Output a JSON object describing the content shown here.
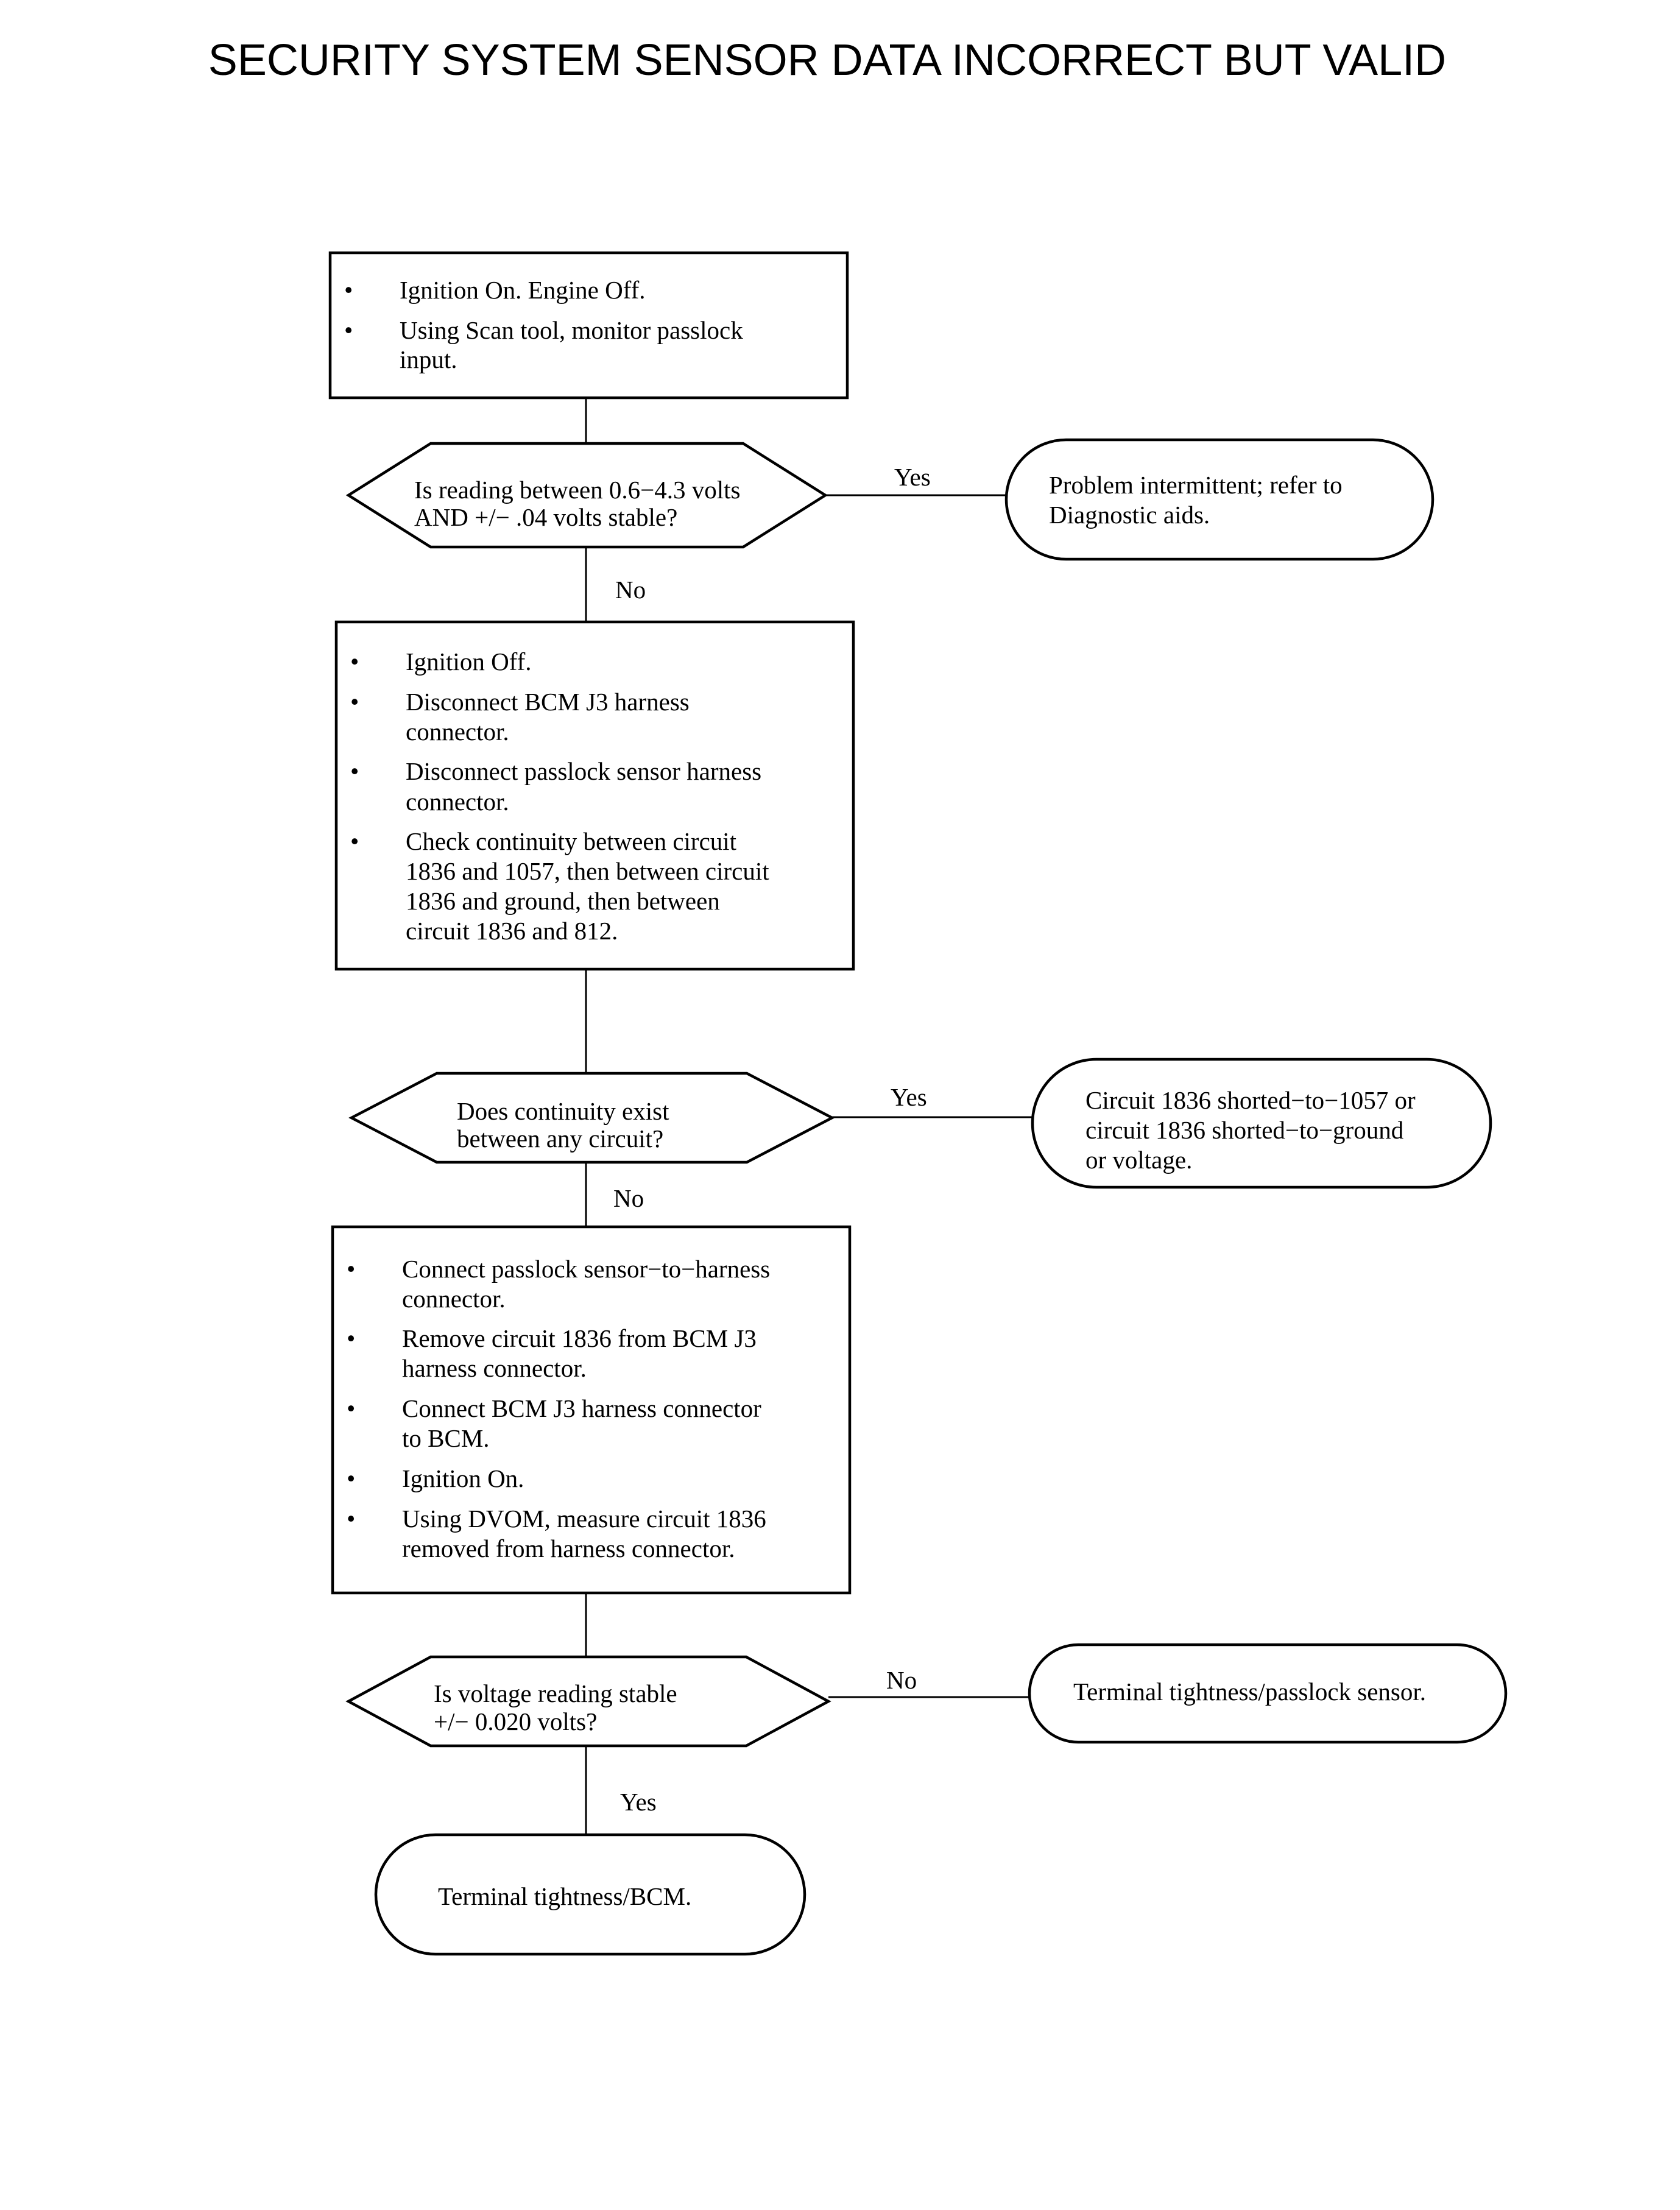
{
  "title": "SECURITY SYSTEM SENSOR DATA INCORRECT BUT VALID",
  "step1": {
    "bullet1": "Ignition On. Engine Off.",
    "bullet2_line1": "Using Scan tool, monitor passlock",
    "bullet2_line2": "input."
  },
  "decision1": {
    "line1": "Is reading between 0.6−4.3 volts",
    "line2": "AND +/− .04 volts stable?",
    "yes_label": "Yes",
    "no_label": "No"
  },
  "result1": {
    "line1": "Problem intermittent; refer to",
    "line2": "Diagnostic aids."
  },
  "step2": {
    "bullet1": "Ignition Off.",
    "bullet2_line1": "Disconnect BCM J3 harness",
    "bullet2_line2": "connector.",
    "bullet3_line1": "Disconnect passlock sensor harness",
    "bullet3_line2": "connector.",
    "bullet4_line1": "Check continuity between circuit",
    "bullet4_line2": "1836 and 1057, then between circuit",
    "bullet4_line3": "1836 and ground, then between",
    "bullet4_line4": "circuit 1836 and 812."
  },
  "decision2": {
    "line1": "Does continuity exist",
    "line2": "between any circuit?",
    "yes_label": "Yes",
    "no_label": "No"
  },
  "result2": {
    "line1": "Circuit 1836 shorted−to−1057 or",
    "line2": "circuit 1836 shorted−to−ground",
    "line3": "or voltage."
  },
  "step3": {
    "bullet1_line1": "Connect passlock sensor−to−harness",
    "bullet1_line2": "connector.",
    "bullet2_line1": "Remove circuit 1836 from BCM J3",
    "bullet2_line2": "harness connector.",
    "bullet3_line1": "Connect BCM J3 harness connector",
    "bullet3_line2": "to BCM.",
    "bullet4": "Ignition On.",
    "bullet5_line1": "Using DVOM, measure circuit 1836",
    "bullet5_line2": "removed from harness connector."
  },
  "decision3": {
    "line1": "Is voltage reading stable",
    "line2": "+/− 0.020 volts?",
    "no_label": "No",
    "yes_label": "Yes"
  },
  "result3": {
    "text": "Terminal tightness/passlock sensor."
  },
  "result4": {
    "text": "Terminal tightness/BCM."
  }
}
